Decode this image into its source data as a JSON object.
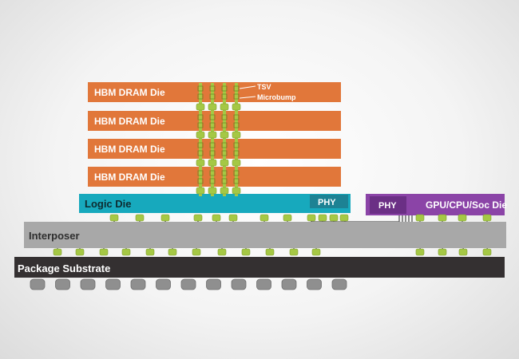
{
  "dram_dies": [
    {
      "label": "HBM DRAM Die"
    },
    {
      "label": "HBM DRAM Die"
    },
    {
      "label": "HBM DRAM Die"
    },
    {
      "label": "HBM DRAM Die"
    }
  ],
  "callouts": {
    "tsv": "TSV",
    "microbump": "Microbump"
  },
  "logic_die": {
    "label": "Logic Die",
    "phy": "PHY"
  },
  "soc_die": {
    "label": "GPU/CPU/Soc Die",
    "phy": "PHY"
  },
  "interposer": {
    "label": "Interposer"
  },
  "substrate": {
    "label": "Package Substrate"
  },
  "colors": {
    "dram": "#e1773a",
    "logic": "#17a9bd",
    "logic_phy": "#1d8294",
    "soc": "#8b44a7",
    "soc_phy": "#6b2f85",
    "interposer": "#a8a8a8",
    "substrate": "#343031",
    "bump": "#a5c845",
    "ball": "#8f8f8f",
    "wire": "#555555"
  },
  "counts": {
    "solder_balls": 13
  }
}
